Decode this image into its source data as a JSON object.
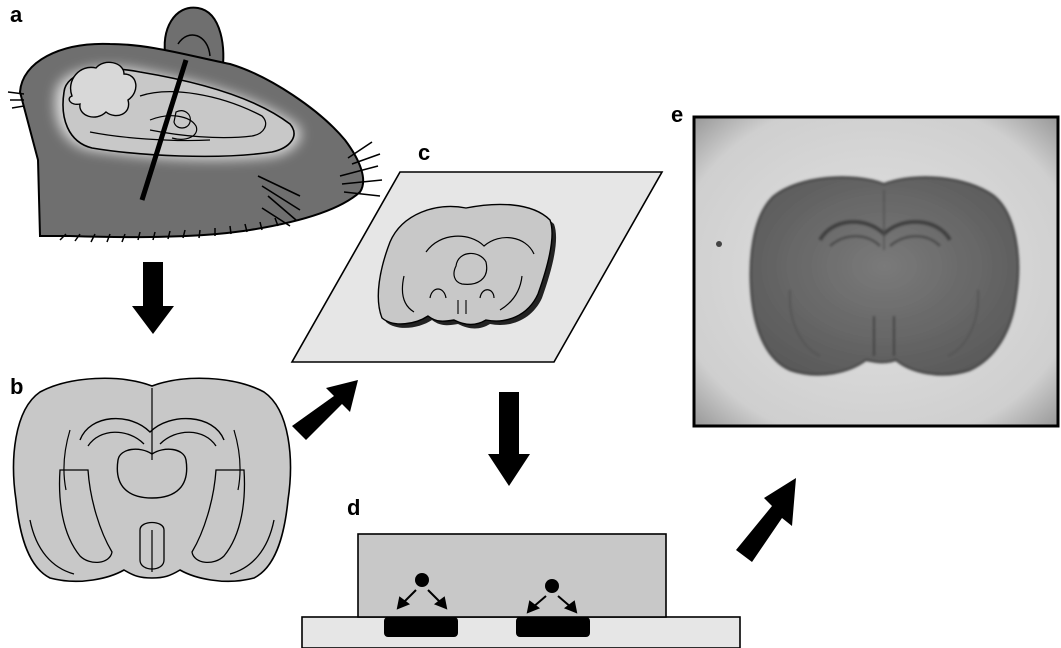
{
  "panels": {
    "a": {
      "label": "a",
      "icon": "mouse-head-with-brain-and-cut-line"
    },
    "b": {
      "label": "b",
      "icon": "coronal-brain-section-outline"
    },
    "c": {
      "label": "c",
      "icon": "brain-section-on-slide"
    },
    "d": {
      "label": "d",
      "icon": "tissue-on-sensor-array"
    },
    "e": {
      "label": "e",
      "icon": "stained-brain-section-photo"
    }
  },
  "colors": {
    "outline": "#000000",
    "fur": "#6f6f6f",
    "brain_fill": "#c8c8c8",
    "slide_fill": "#e6e6e6",
    "photo_bg": "#d9d9d9",
    "photo_tissue": "#6e6e6e"
  }
}
